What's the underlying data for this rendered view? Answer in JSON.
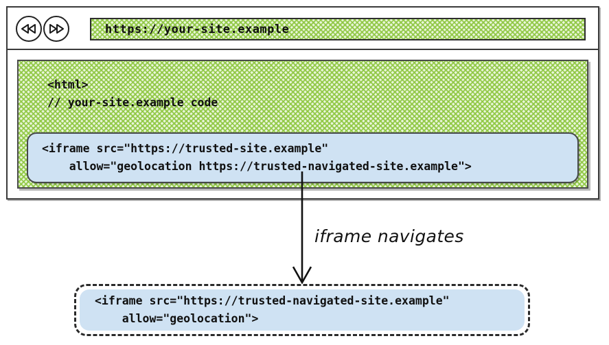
{
  "browser": {
    "nav": {
      "back_label": "Back",
      "back_icon": "rewind-back-icon",
      "forward_label": "Forward",
      "forward_icon": "fast-forward-icon"
    },
    "address_bar": {
      "url": "https://your-site.example",
      "placeholder": "https://your-site.example"
    }
  },
  "page": {
    "code_lines": "<html>\n// your-site.example code",
    "embedded_iframe": {
      "code": "<iframe src=\"https://trusted-site.example\"\n    allow=\"geolocation https://trusted-navigated-site.example\">"
    }
  },
  "annotation": {
    "label": "iframe navigates",
    "arrow_icon": "down-arrow-icon"
  },
  "navigated_iframe": {
    "code": "<iframe src=\"https://trusted-navigated-site.example\"\n    allow=\"geolocation\">"
  },
  "colors": {
    "page_hatch_green": "#8dc63f",
    "iframe_blue": "#cfe2f3",
    "stroke_dark": "#2a2a2a"
  }
}
